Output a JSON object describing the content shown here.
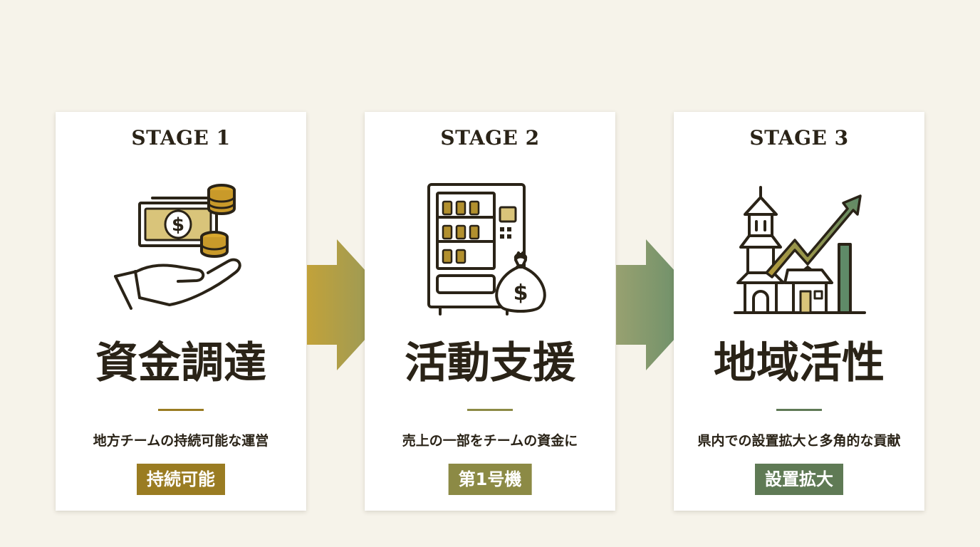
{
  "colors": {
    "background": "#f6f3ea",
    "card": "#ffffff",
    "ink": "#2a2317",
    "gold": "#9a7c22",
    "olive": "#8c8a45",
    "green": "#5f7a55"
  },
  "stages": [
    {
      "label": "STAGE 1",
      "icon": "money-hand-icon",
      "title": "資金調達",
      "description": "地方チームの持続可能な運営",
      "badge": "持続可能",
      "accent": "#9a7c22"
    },
    {
      "label": "STAGE 2",
      "icon": "vending-machine-money-bag-icon",
      "title": "活動支援",
      "description": "売上の一部をチームの資金に",
      "badge": "第1号機",
      "accent": "#8c8a45"
    },
    {
      "label": "STAGE 3",
      "icon": "town-growth-icon",
      "title": "地域活性",
      "description": "県内での設置拡大と多角的な貢献",
      "badge": "設置拡大",
      "accent": "#5f7a55"
    }
  ]
}
